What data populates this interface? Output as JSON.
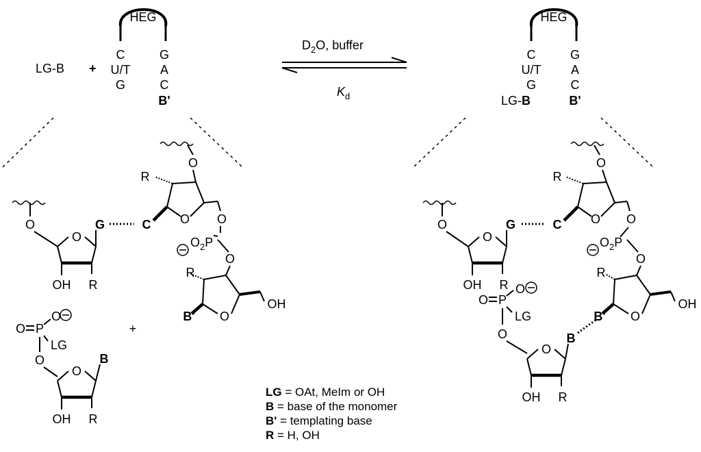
{
  "reaction": {
    "reactant_label": "LG-B",
    "plus": "+",
    "conditions_top": "D",
    "conditions_sub": "2",
    "conditions_rest": "O, buffer",
    "constant": "K",
    "constant_sub": "d"
  },
  "hairpin": {
    "loop_label": "HEG",
    "left_strand": [
      "C",
      "U/T",
      "G"
    ],
    "right_strand": [
      "G",
      "A",
      "C"
    ],
    "template_base": "B'",
    "product_lg": "LG-",
    "product_base": "B"
  },
  "structures": {
    "O": "O",
    "OH": "OH",
    "R": "R",
    "G": "G",
    "C": "C",
    "B": "B",
    "Bp": "B'",
    "LG": "LG",
    "P": "P",
    "O2": "O",
    "O2_sub": "2",
    "plus": "+"
  },
  "legend": [
    {
      "key": "LG",
      "text": " = OAt, MeIm or OH"
    },
    {
      "key": "B",
      "text": " = base of the monomer"
    },
    {
      "key": "B'",
      "text": " = templating base"
    },
    {
      "key": "R",
      "text": " = H, OH"
    }
  ]
}
